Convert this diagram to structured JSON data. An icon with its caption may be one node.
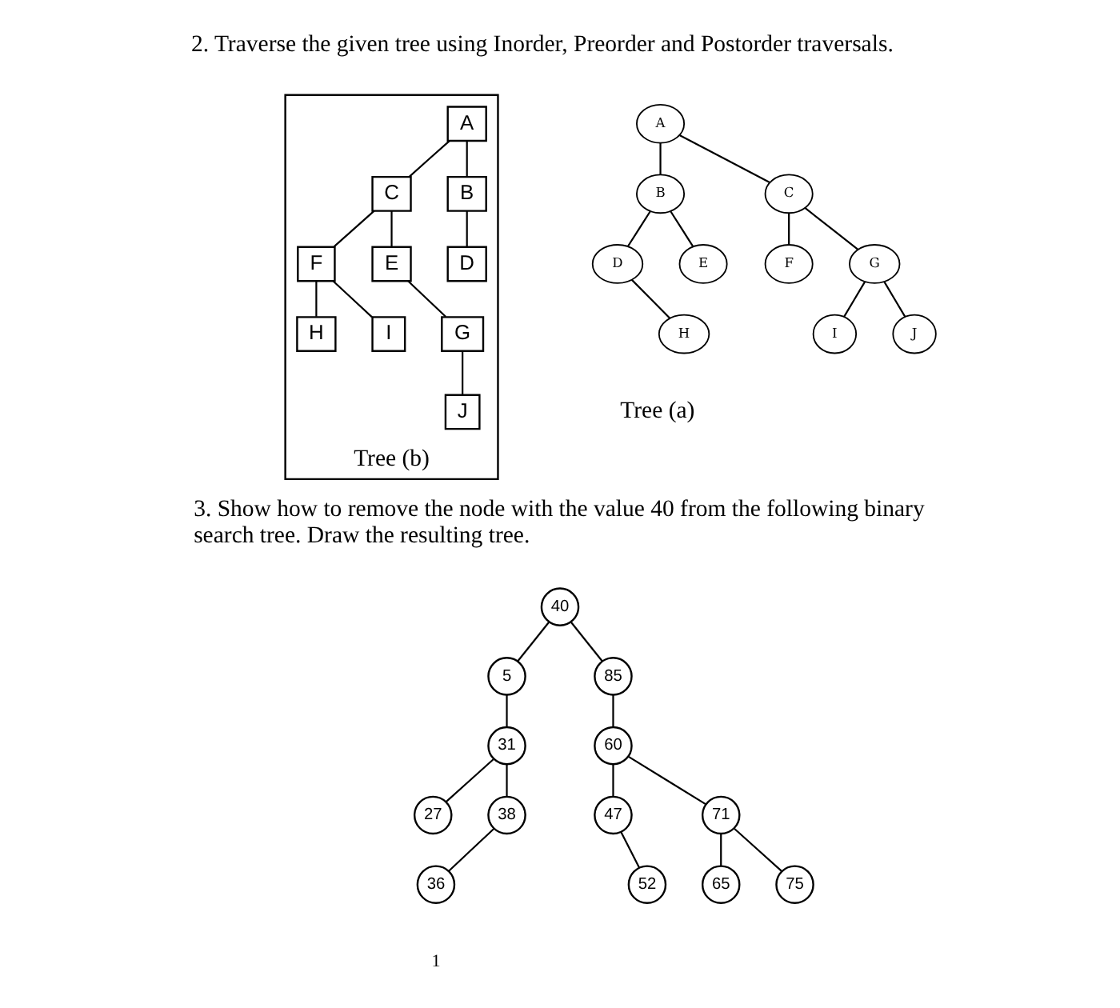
{
  "diagram": {
    "nodes": [
      {
        "text": [
          "A"
        ]
      },
      {
        "text": [
          "B"
        ]
      },
      {
        "text": [
          "C"
        ]
      },
      {
        "text": [
          "D"
        ]
      },
      {
        "text": [
          "E"
        ]
      },
      {
        "text": [
          "F"
        ]
      },
      {
        "text": [
          "G"
        ]
      },
      {
        "text": [
          "H"
        ]
      },
      {
        "text": [
          "I"
        ]
      },
      {
        "text": [
          "J"
        ]
      },
      {
        "text": [
          "Tree (b)"
        ]
      },
      {
        "text": [
          "A"
        ],
        "in": 10
      },
      {
        "text": [
          "B"
        ],
        "in": 10
      },
      {
        "text": [
          "C"
        ],
        "in": 10
      },
      {
        "text": [
          "D"
        ],
        "in": 10
      },
      {
        "text": [
          "E"
        ],
        "in": 10
      },
      {
        "text": [
          "F"
        ],
        "in": 10
      },
      {
        "text": [
          "G"
        ],
        "in": 10
      },
      {
        "text": [
          "H"
        ],
        "in": 10
      },
      {
        "text": [
          "I"
        ],
        "in": 10
      },
      {
        "text": [
          "J"
        ],
        "in": 10
      },
      {
        "text": [
          "40"
        ]
      },
      {
        "text": [
          "5"
        ]
      },
      {
        "text": [
          "85"
        ]
      },
      {
        "text": [
          "31"
        ]
      },
      {
        "text": [
          "60"
        ]
      },
      {
        "text": [
          "27"
        ]
      },
      {
        "text": [
          "38"
        ]
      },
      {
        "text": [
          "47"
        ]
      },
      {
        "text": [
          "71"
        ]
      },
      {
        "text": [
          "36"
        ]
      },
      {
        "text": [
          "52"
        ]
      },
      {
        "text": [
          "65"
        ]
      },
      {
        "text": [
          "75"
        ]
      }
    ],
    "edges": [
      {
        "from": 0,
        "to": 1,
        "arrow": "none"
      },
      {
        "from": 0,
        "to": 2,
        "arrow": "none"
      },
      {
        "from": 1,
        "to": 3,
        "arrow": "none"
      },
      {
        "from": 1,
        "to": 4,
        "arrow": "none"
      },
      {
        "from": 2,
        "to": 5,
        "arrow": "none"
      },
      {
        "from": 2,
        "to": 6,
        "arrow": "none"
      },
      {
        "from": 3,
        "to": 7,
        "arrow": "none"
      },
      {
        "from": 6,
        "to": 8,
        "arrow": "none"
      },
      {
        "from": 6,
        "to": 9,
        "arrow": "none"
      },
      {
        "from": 11,
        "to": 12,
        "arrow": "none"
      },
      {
        "from": 11,
        "to": 13,
        "arrow": "none"
      },
      {
        "from": 12,
        "to": 14,
        "arrow": "none"
      },
      {
        "from": 13,
        "to": 15,
        "arrow": "none"
      },
      {
        "from": 13,
        "to": 16,
        "arrow": "none"
      },
      {
        "from": 15,
        "to": 17,
        "arrow": "none"
      },
      {
        "from": 16,
        "to": 18,
        "arrow": "none"
      },
      {
        "from": 16,
        "to": 19,
        "arrow": "none"
      },
      {
        "from": 17,
        "to": 20,
        "arrow": "none"
      },
      {
        "from": 21,
        "to": 22,
        "arrow": "none"
      },
      {
        "from": 21,
        "to": 23,
        "arrow": "none"
      },
      {
        "from": 22,
        "to": 24,
        "arrow": "none"
      },
      {
        "from": 23,
        "to": 25,
        "arrow": "none"
      },
      {
        "from": 24,
        "to": 26,
        "arrow": "none"
      },
      {
        "from": 24,
        "to": 27,
        "arrow": "none"
      },
      {
        "from": 25,
        "to": 28,
        "arrow": "none"
      },
      {
        "from": 25,
        "to": 29,
        "arrow": "none"
      },
      {
        "from": 27,
        "to": 30,
        "arrow": "none"
      },
      {
        "from": 28,
        "to": 31,
        "arrow": "none"
      },
      {
        "from": 29,
        "to": 32,
        "arrow": "none"
      },
      {
        "from": 29,
        "to": 33,
        "arrow": "none"
      }
    ],
    "labels": [
      "2. Traverse the given tree using Inorder, Preorder and Postorder traversals.",
      "Tree (a)",
      "3. Show how to remove the node with the value 40 from the following binary search tree. Draw the resulting tree.",
      "1"
    ]
  }
}
